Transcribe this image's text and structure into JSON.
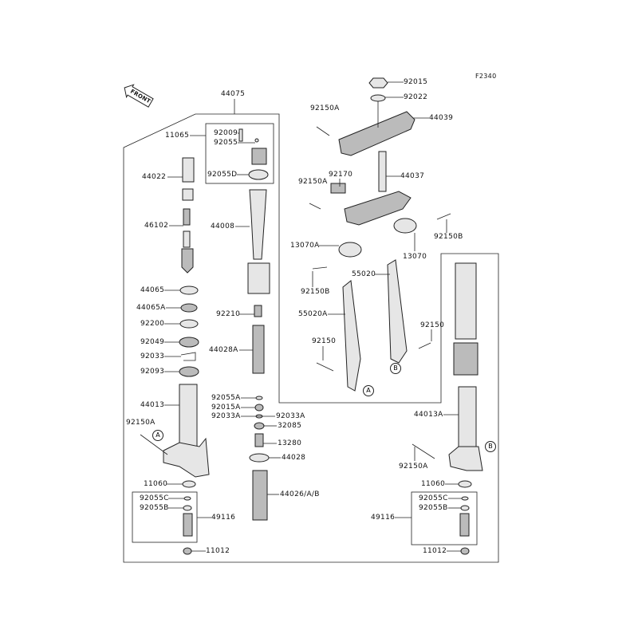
{
  "figure_code": "F2340",
  "front_marker": "FRONT",
  "ref_markers": [
    "A",
    "B"
  ],
  "labels": {
    "assembly": "44075",
    "l_11065": "11065",
    "l_92009": "92009",
    "l_92055": "92055",
    "l_92055D": "92055D",
    "l_44022": "44022",
    "l_46102": "46102",
    "l_44008": "44008",
    "l_44065": "44065",
    "l_44065A": "44065A",
    "l_92210": "92210",
    "l_92200": "92200",
    "l_92049": "92049",
    "l_92033": "92033",
    "l_44028A": "44028A",
    "l_92093": "92093",
    "l_44013": "44013",
    "l_92055A": "92055A",
    "l_92015A": "92015A",
    "l_92033A_l": "92033A",
    "l_92033A_r": "92033A",
    "l_32085": "32085",
    "l_92150A_left": "92150A",
    "l_13280": "13280",
    "l_44028": "44028",
    "l_11060_left": "11060",
    "l_44026": "44026/A/B",
    "l_92055C_left": "92055C",
    "l_92055B_left": "92055B",
    "l_49116_left": "49116",
    "l_11012_left": "11012",
    "l_92015": "92015",
    "l_92022": "92022",
    "l_92150A_top": "92150A",
    "l_44039": "44039",
    "l_92170": "92170",
    "l_44037": "44037",
    "l_92150A_mid": "92150A",
    "l_92150B_r": "92150B",
    "l_13070A": "13070A",
    "l_13070": "13070",
    "l_55020": "55020",
    "l_92150B_l": "92150B",
    "l_55020A": "55020A",
    "l_92150_r": "92150",
    "l_92150_l": "92150",
    "l_44013A": "44013A",
    "l_92150A_right": "92150A",
    "l_11060_right": "11060",
    "l_92055C_right": "92055C",
    "l_92055B_right": "92055B",
    "l_49116_right": "49116",
    "l_11012_right": "11012"
  }
}
